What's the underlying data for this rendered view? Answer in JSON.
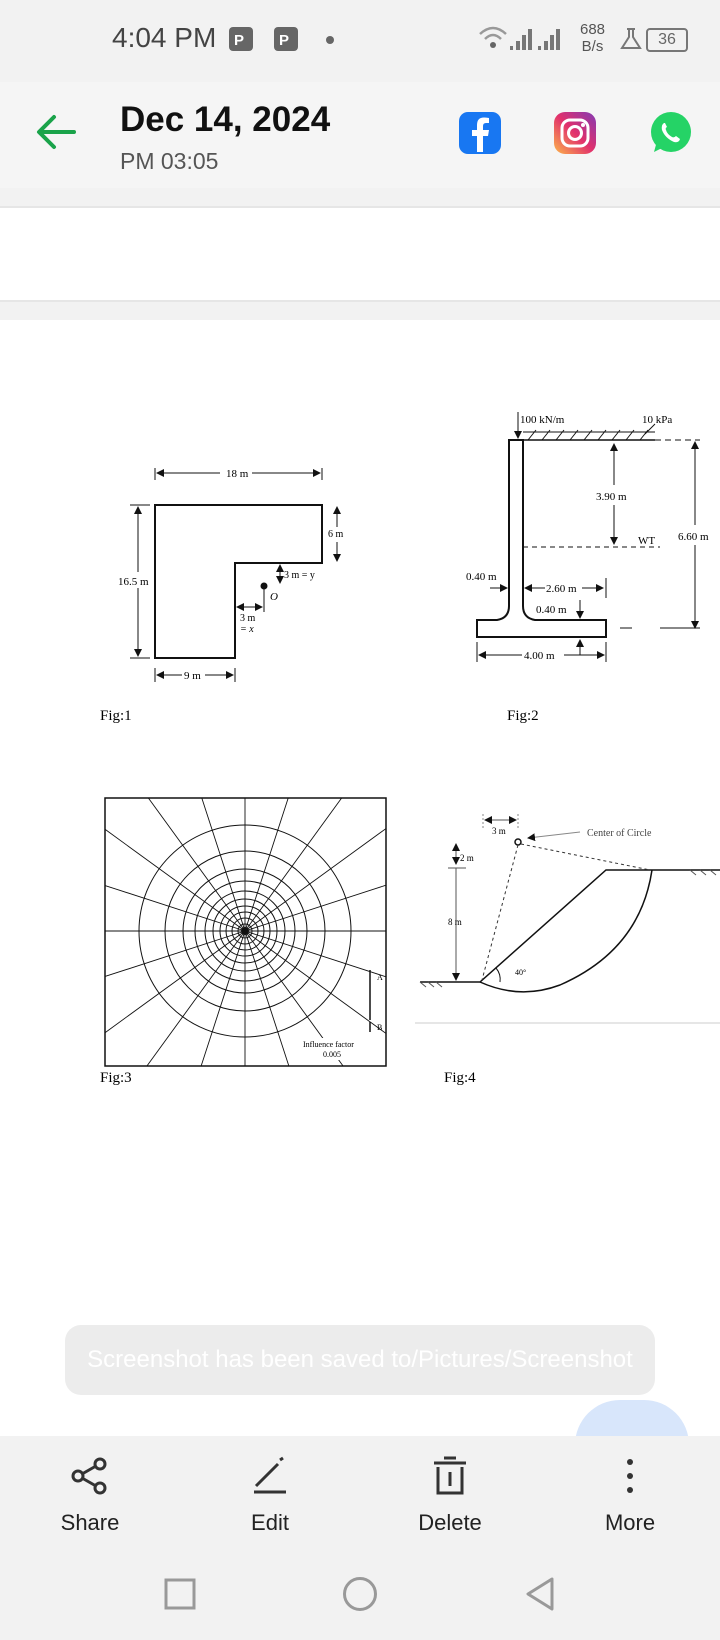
{
  "status_bar": {
    "time": "4:04 PM",
    "net_speed_value": "688",
    "net_speed_unit": "B/s",
    "battery": "36"
  },
  "header": {
    "date": "Dec 14, 2024",
    "time": "PM 03:05"
  },
  "figures": {
    "fig1": {
      "caption": "Fig:1",
      "dim_top": "18 m",
      "dim_right": "6 m",
      "dim_left": "16.5 m",
      "dim_bottom": "9 m",
      "dim_y": "3 m = y",
      "dim_x_1": "3 m",
      "dim_x_2": "= x",
      "point": "O"
    },
    "fig2": {
      "caption": "Fig:2",
      "load_line": "100 kN/m",
      "load_surcharge": "10 kPa",
      "dim_390": "3.90 m",
      "wt": "WT",
      "dim_660": "6.60 m",
      "dim_040a": "0.40 m",
      "dim_260": "2.60 m",
      "dim_040b": "0.40 m",
      "dim_400": "4.00 m"
    },
    "fig3": {
      "caption": "Fig:3",
      "label_a": "A",
      "label_b": "B",
      "influence_1": "Influence factor",
      "influence_2": "0.005"
    },
    "fig4": {
      "caption": "Fig:4",
      "dim_3m": "3 m",
      "center": "Center of Circle",
      "dim_2m": "2 m",
      "dim_8m": "8 m",
      "angle": "40°"
    }
  },
  "toast": "Screenshot has been saved to/Pictures/Screenshot",
  "bottom_bar": {
    "share": "Share",
    "edit": "Edit",
    "delete": "Delete",
    "more": "More"
  },
  "colors": {
    "back_arrow": "#1aa34a",
    "facebook": "#1877f2",
    "whatsapp": "#25d366"
  }
}
